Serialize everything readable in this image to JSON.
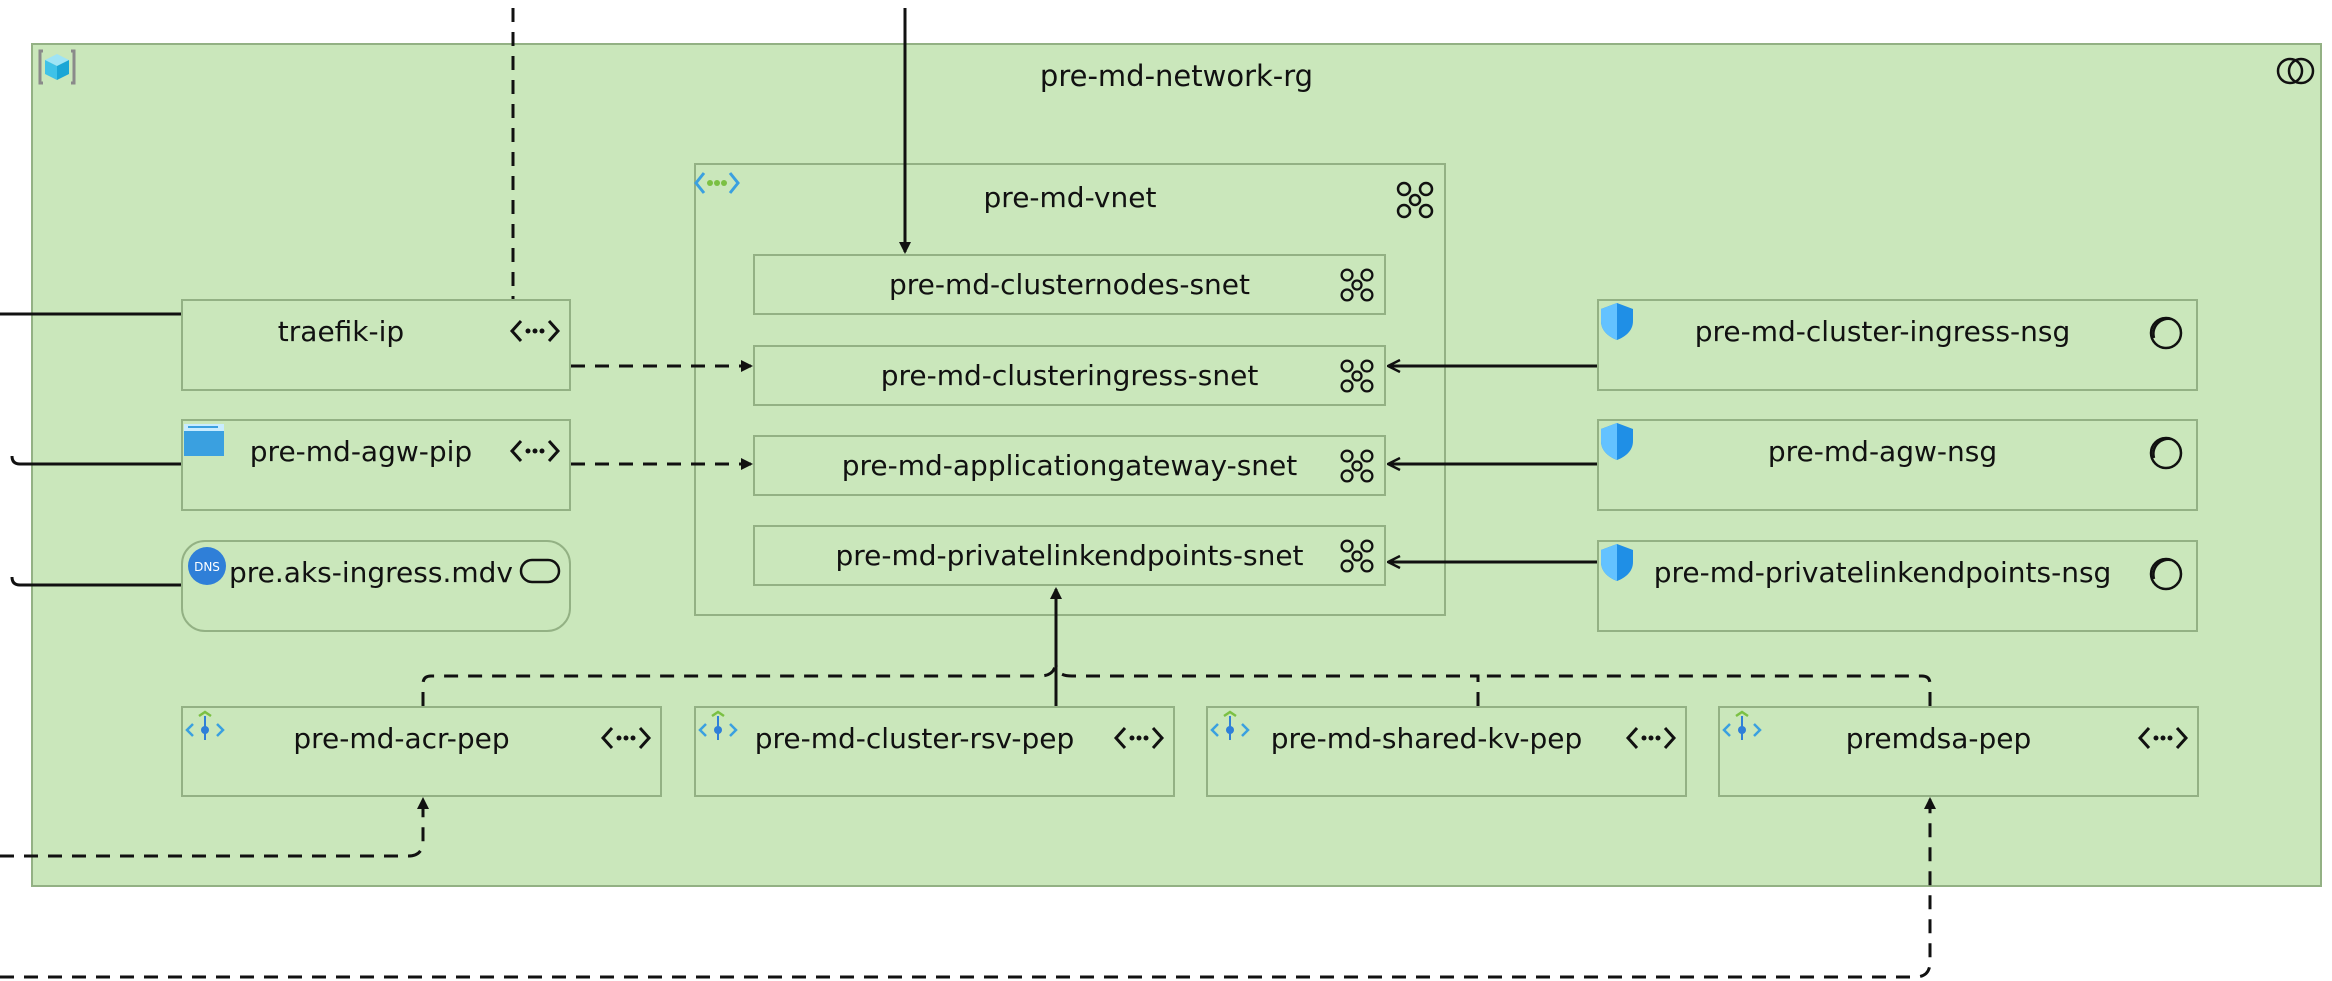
{
  "resource_group": {
    "name": "pre-md-network-rg"
  },
  "vnet": {
    "name": "pre-md-vnet"
  },
  "subnets": [
    {
      "name": "pre-md-clusternodes-snet"
    },
    {
      "name": "pre-md-clusteringress-snet"
    },
    {
      "name": "pre-md-applicationgateway-snet"
    },
    {
      "name": "pre-md-privatelinkendpoints-snet"
    }
  ],
  "left_resources": [
    {
      "name": "traefik-ip"
    },
    {
      "name": "pre-md-agw-pip"
    },
    {
      "name": "pre.aks-ingress.mdv"
    }
  ],
  "nsgs": [
    {
      "name": "pre-md-cluster-ingress-nsg"
    },
    {
      "name": "pre-md-agw-nsg"
    },
    {
      "name": "pre-md-privatelinkendpoints-nsg"
    }
  ],
  "private_endpoints": [
    {
      "name": "pre-md-acr-pep"
    },
    {
      "name": "pre-md-cluster-rsv-pep"
    },
    {
      "name": "pre-md-shared-kv-pep"
    },
    {
      "name": "premdsa-pep"
    }
  ],
  "icons": {
    "resource_group": "resource-group-icon",
    "vnet": "virtual-network-icon",
    "subnet": "subnet-icon",
    "nsg": "shield-icon",
    "public_ip": "public-ip-icon",
    "dns": "dns-icon",
    "private_endpoint": "private-endpoint-icon"
  },
  "colors": {
    "container_fill": "#cae7bb",
    "container_border": "#93b184",
    "shield": "#1f8fe6"
  }
}
